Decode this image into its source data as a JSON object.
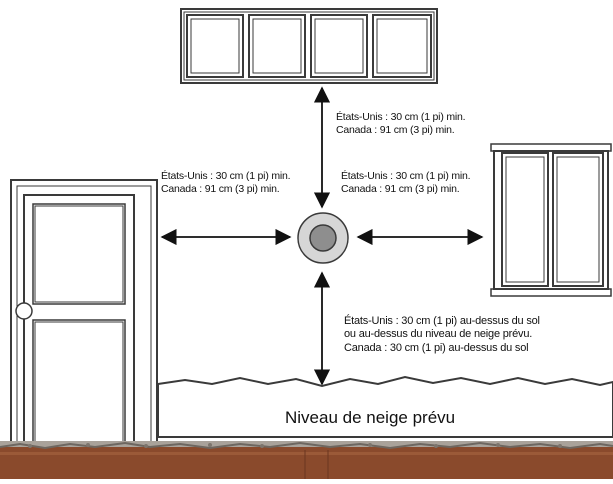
{
  "labels": {
    "above": {
      "line1": "États-Unis : 30 cm (1 pi) min.",
      "line2": "Canada : 91 cm (3 pi) min."
    },
    "left": {
      "line1": "États-Unis : 30 cm (1 pi) min.",
      "line2": "Canada : 91 cm (3 pi) min."
    },
    "right": {
      "line1": "États-Unis : 30 cm (1 pi) min.",
      "line2": "Canada : 91 cm (3 pi) min."
    },
    "below": {
      "line1": "États-Unis : 30 cm (1 pi) au-dessus du sol",
      "line2": "ou au-dessus du niveau de neige prévu.",
      "line3": "Canada : 30 cm (1 pi) au-dessus du sol"
    },
    "snow": "Niveau de neige prévu"
  },
  "icons": {
    "top_window": "window-icon",
    "door": "door-icon",
    "side_window": "window-icon",
    "vent": "vent-terminal-icon"
  },
  "colors": {
    "line": "#3a3a3a",
    "vent_outer": "#d6d6d6",
    "vent_inner": "#8e8e8e",
    "soil": "#8a4a2c",
    "gravel": "#a9a29a"
  }
}
